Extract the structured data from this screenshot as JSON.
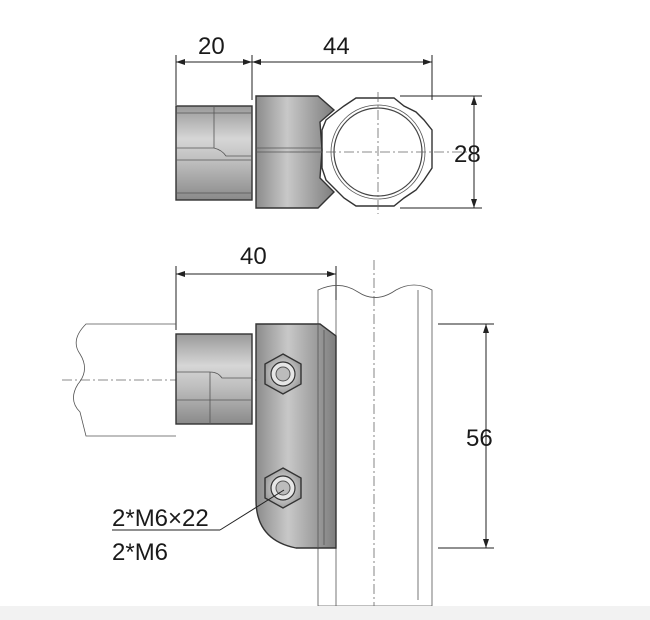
{
  "top_view": {
    "dim_left": "20",
    "dim_right": "44",
    "dim_tube": "28"
  },
  "side_view": {
    "dim_width": "40",
    "dim_height": "56",
    "label_bolt": "2*M6×22",
    "label_nut": "2*M6"
  }
}
